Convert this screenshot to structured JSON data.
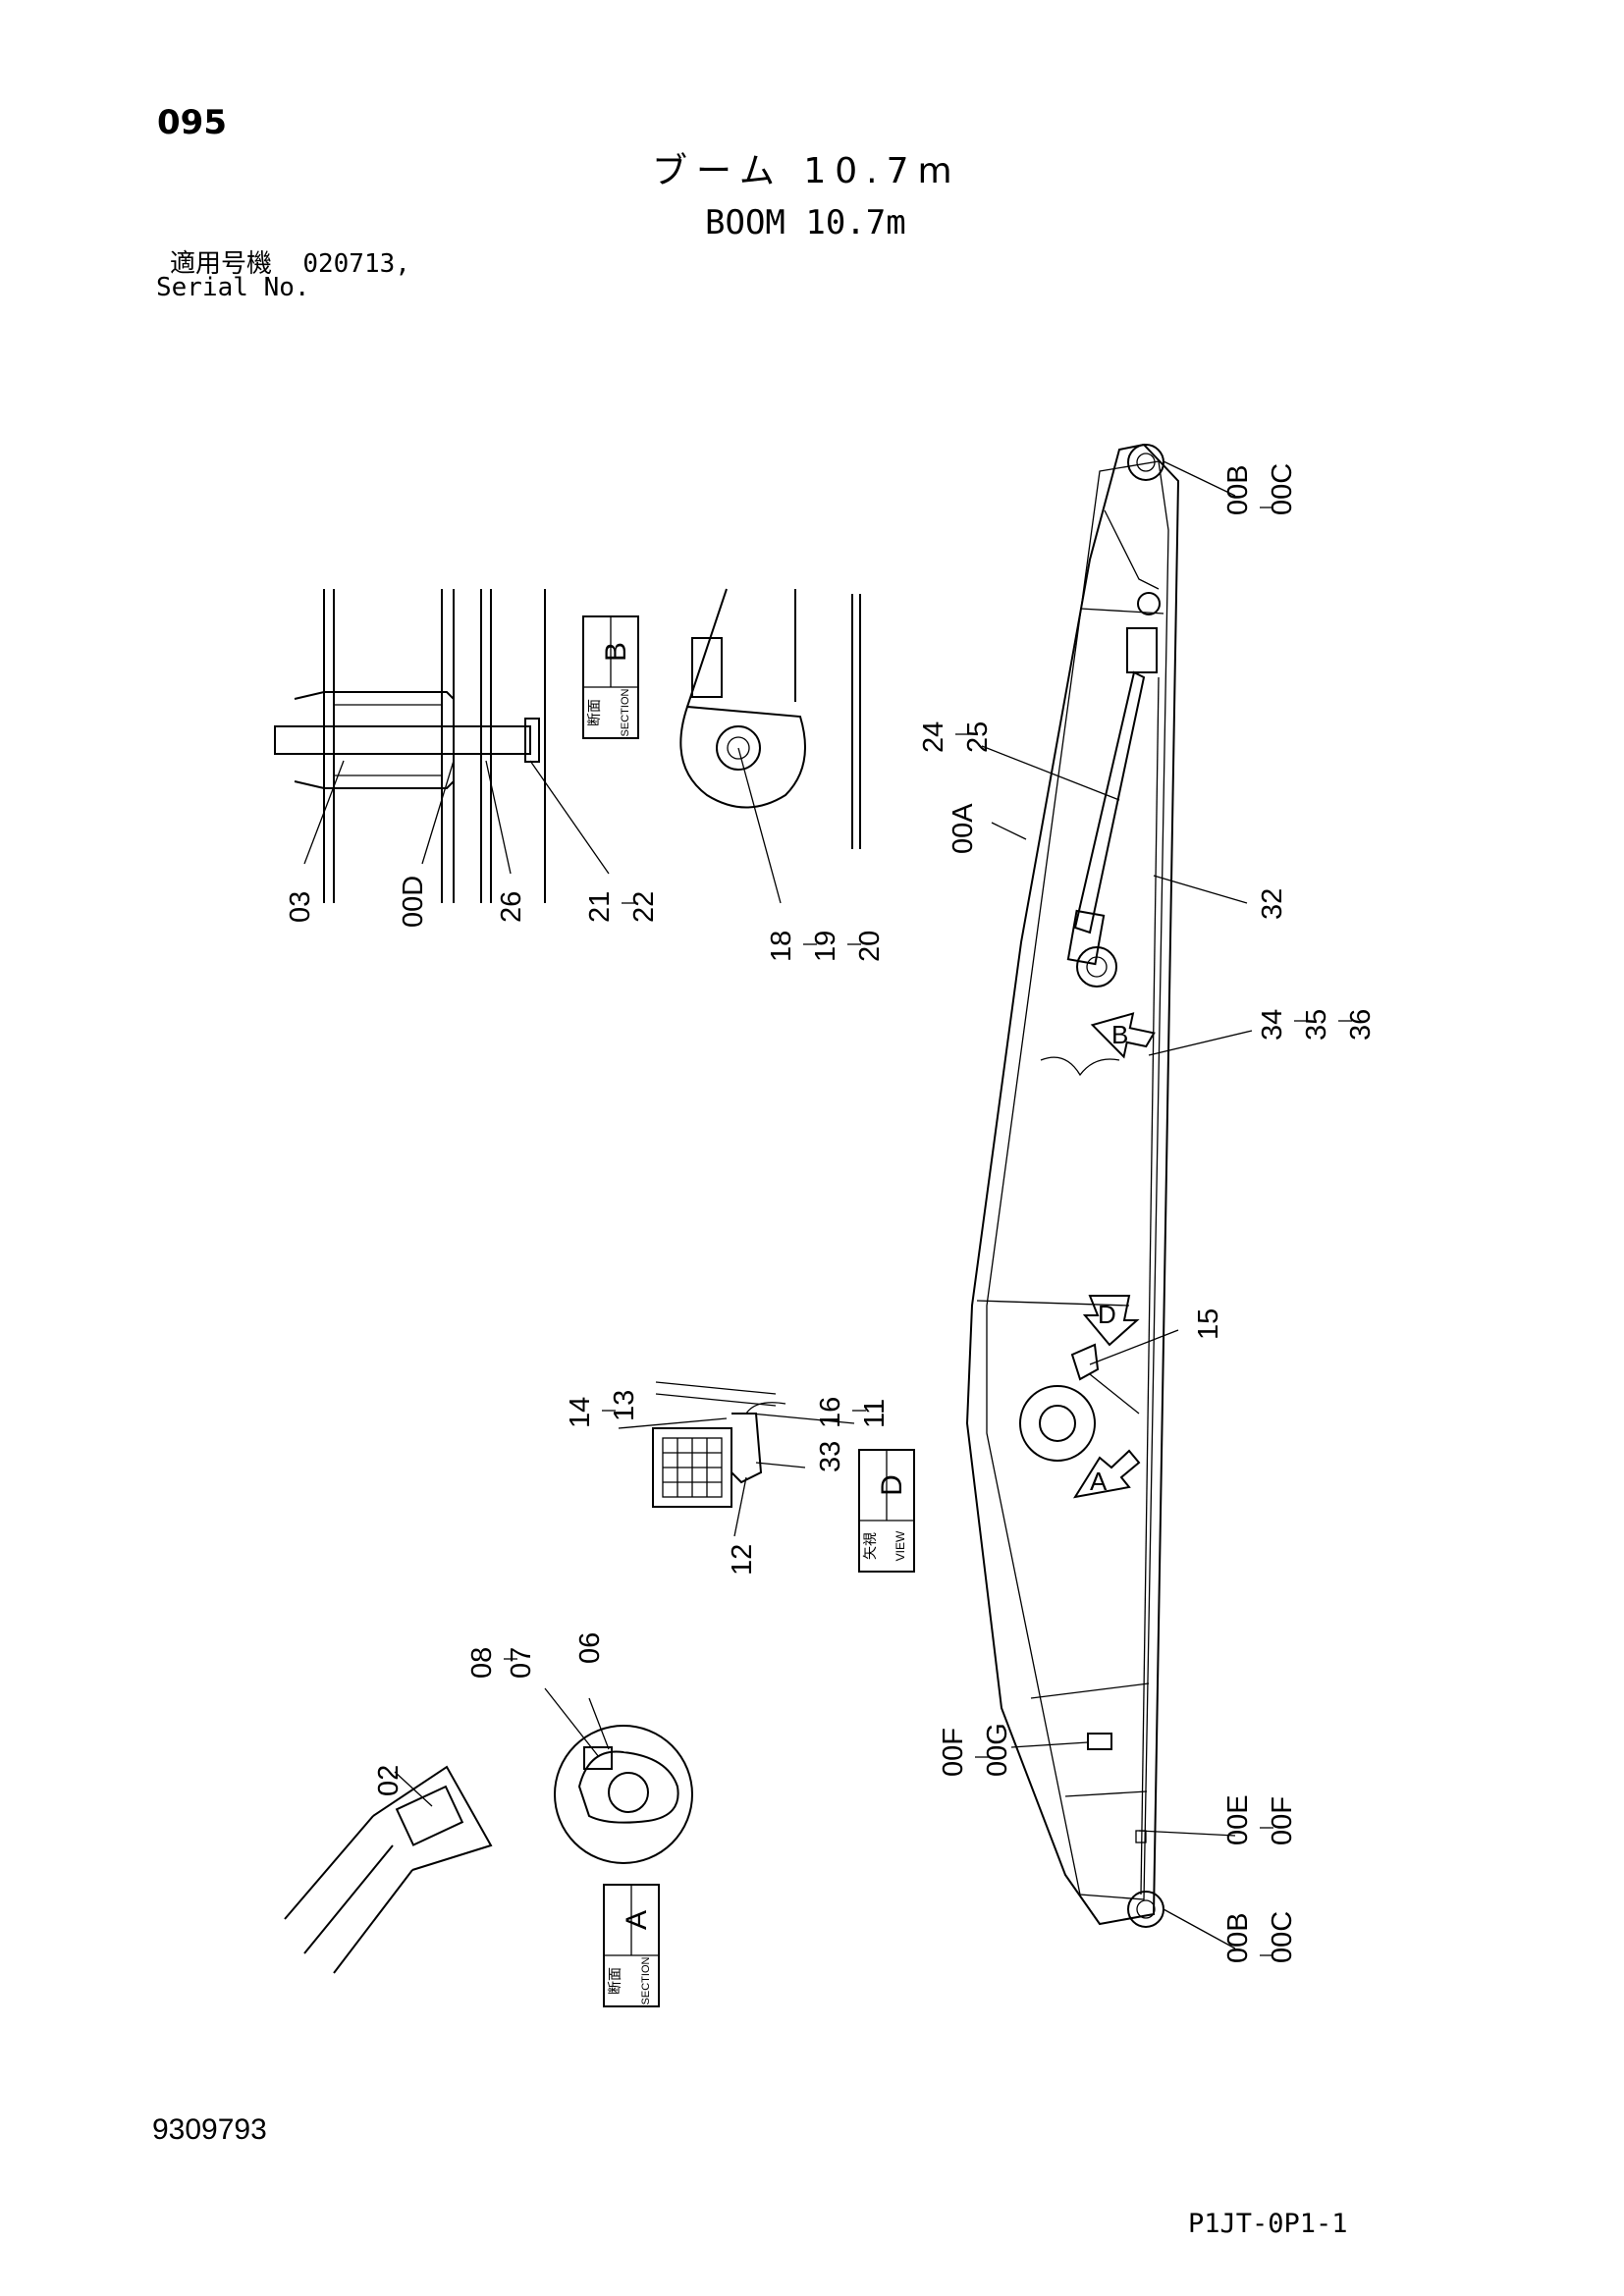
{
  "header": {
    "page_number": "095",
    "title_ja": "ブーム 10.7m",
    "title_en": "BOOM 10.7m",
    "serial_label_ja": "適用号機",
    "serial_value": "020713,",
    "serial_label_en": "Serial No."
  },
  "footer": {
    "doc_number": "9309793",
    "sheet_code": "P1JT-0P1-1"
  },
  "views": {
    "section_b": {
      "kanji": "断面",
      "word": "SECTION",
      "letter": "B"
    },
    "section_a": {
      "kanji": "断面",
      "word": "SECTION",
      "letter": "A"
    },
    "view_d": {
      "kanji": "矢視",
      "word": "VIEW",
      "letter": "D"
    }
  },
  "arrow_labels": {
    "b": "B",
    "d": "D",
    "a": "A"
  },
  "callouts": {
    "boom_top_pin": [
      "00B",
      "00C"
    ],
    "boom_bottom_pin": [
      "00B",
      "00C"
    ],
    "boom_body": [
      "00A"
    ],
    "cylinder": [
      "24",
      "25"
    ],
    "pipe": [
      "32"
    ],
    "clamps": [
      "34",
      "35",
      "36"
    ],
    "bracket": [
      "15"
    ],
    "plate_left": [
      "00F",
      "00G"
    ],
    "plate_right": [
      "00E",
      "00F"
    ],
    "sec_b_03": [
      "03"
    ],
    "sec_b_00d": [
      "00D"
    ],
    "sec_b_26": [
      "26"
    ],
    "sec_b_21": [
      "21",
      "22"
    ],
    "sec_b_18": [
      "18",
      "19",
      "20"
    ],
    "view_d_14": [
      "14",
      "13"
    ],
    "view_d_16": [
      "16",
      "11"
    ],
    "view_d_33": [
      "33"
    ],
    "view_d_12": [
      "12"
    ],
    "sec_a_06": [
      "06"
    ],
    "sec_a_08": [
      "08",
      "07"
    ],
    "sec_a_02": [
      "02"
    ]
  }
}
